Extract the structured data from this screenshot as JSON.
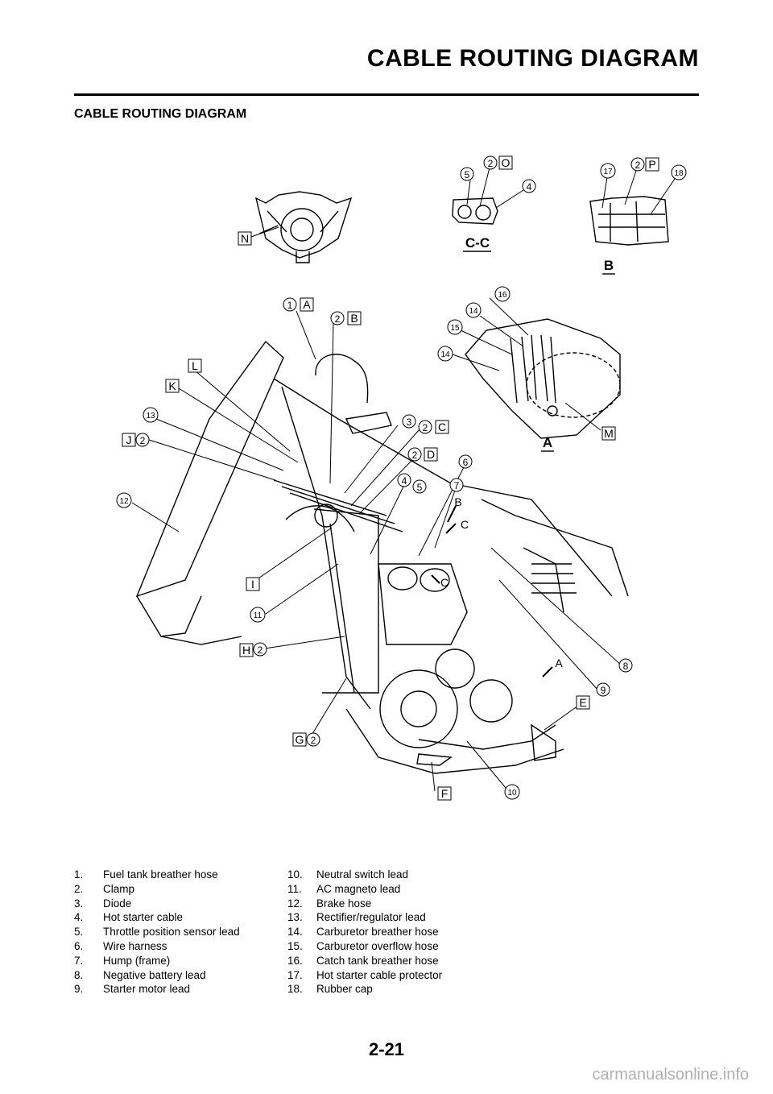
{
  "header": {
    "title": "CABLE ROUTING DIAGRAM"
  },
  "section": {
    "title": "CABLE ROUTING DIAGRAM"
  },
  "views": {
    "cc": "C-C",
    "b": "B",
    "a": "A"
  },
  "callouts": {
    "n": "N",
    "o": "O",
    "p": "P",
    "l": "L",
    "k": "K",
    "j": "J",
    "i": "I",
    "h": "H",
    "g": "G",
    "f": "F",
    "e": "E",
    "m": "M",
    "a": "A",
    "b": "B",
    "c": "C",
    "d": "D",
    "arrow_b": "B",
    "arrow_c1": "C",
    "arrow_c2": "C",
    "arrow_a": "A",
    "n1": "1",
    "n2": "2",
    "n3": "3",
    "n4": "4",
    "n5": "5",
    "n6": "6",
    "n7": "7",
    "n8": "8",
    "n9": "9",
    "n10": "10",
    "n11": "11",
    "n12": "12",
    "n13": "13",
    "n14": "14",
    "n15": "15",
    "n16": "16",
    "n17": "17",
    "n18": "18"
  },
  "legend": {
    "left": [
      {
        "num": "1.",
        "text": "Fuel tank breather hose"
      },
      {
        "num": "2.",
        "text": "Clamp"
      },
      {
        "num": "3.",
        "text": "Diode"
      },
      {
        "num": "4.",
        "text": "Hot starter cable"
      },
      {
        "num": "5.",
        "text": "Throttle position sensor lead"
      },
      {
        "num": "6.",
        "text": "Wire harness"
      },
      {
        "num": "7.",
        "text": "Hump (frame)"
      },
      {
        "num": "8.",
        "text": "Negative battery lead"
      },
      {
        "num": "9.",
        "text": "Starter motor lead"
      }
    ],
    "right": [
      {
        "num": "10.",
        "text": "Neutral switch lead"
      },
      {
        "num": "11.",
        "text": "AC magneto lead"
      },
      {
        "num": "12.",
        "text": "Brake hose"
      },
      {
        "num": "13.",
        "text": "Rectifier/regulator lead"
      },
      {
        "num": "14.",
        "text": "Carburetor breather hose"
      },
      {
        "num": "15.",
        "text": "Carburetor overflow hose"
      },
      {
        "num": "16.",
        "text": "Catch tank breather hose"
      },
      {
        "num": "17.",
        "text": "Hot starter cable protector"
      },
      {
        "num": "18.",
        "text": "Rubber cap"
      }
    ]
  },
  "footer": {
    "page_number": "2-21",
    "watermark": "carmanualsonline.info"
  }
}
